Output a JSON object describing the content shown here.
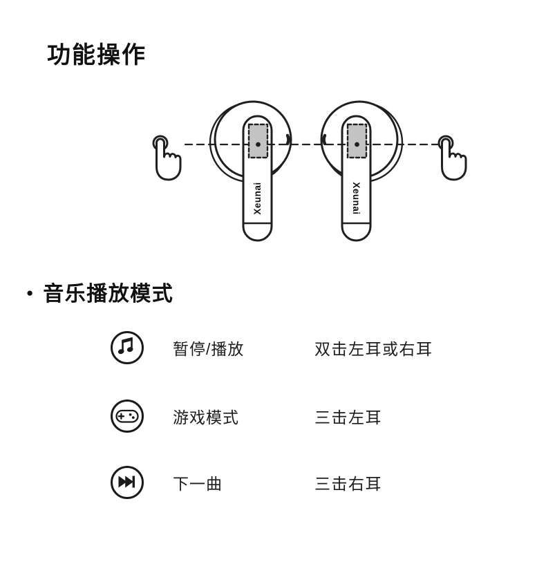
{
  "page": {
    "background": "#ffffff",
    "text_color": "#1c1c1c"
  },
  "title": "功能操作",
  "illustration": {
    "name": "earbuds-tap-gesture-diagram",
    "brand_text": "Xeunai",
    "touchpad_color": "#c3c3c3",
    "line_color": "#1f1f1f"
  },
  "section": {
    "bullet": "●",
    "heading": "音乐播放模式",
    "rows": [
      {
        "icon": "music-note-icon",
        "label": "暂停/播放",
        "action": "双击左耳或右耳"
      },
      {
        "icon": "game-controller-icon",
        "label": "游戏模式",
        "action": "三击左耳"
      },
      {
        "icon": "next-track-icon",
        "label": "下一曲",
        "action": "三击右耳"
      }
    ]
  }
}
